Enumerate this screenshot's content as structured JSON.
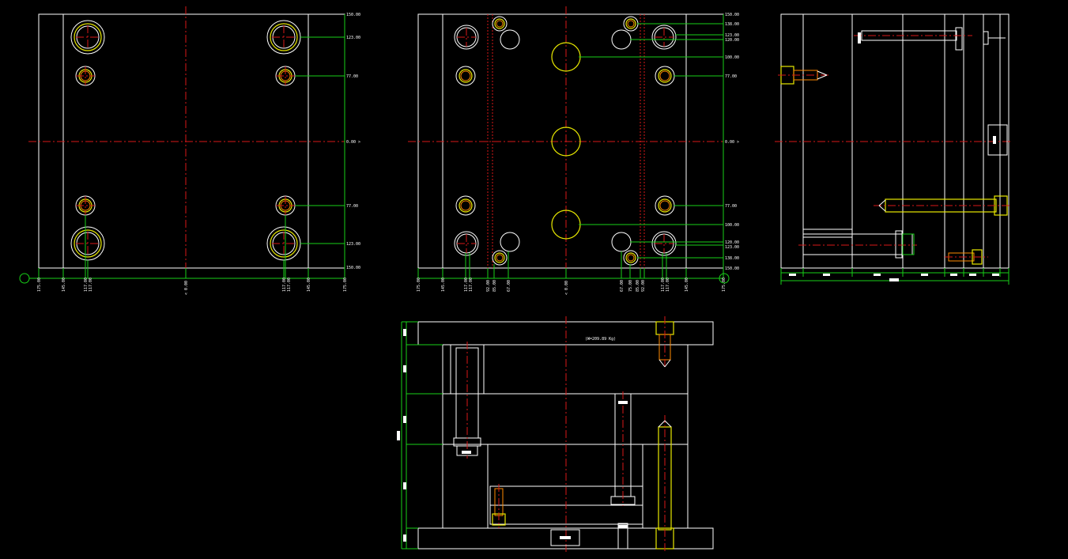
{
  "colors": {
    "background": "#000000",
    "outline": "#ffffff",
    "dimension": "#18d018",
    "centerline": "#d81818",
    "screw": "#e8e800",
    "thread": "#ff8a00"
  },
  "view1": {
    "right_dims": [
      "150.00",
      "123.00",
      "77.00",
      "0.00 >",
      "77.00",
      "123.00",
      "150.00"
    ],
    "bottom_dims": [
      "175.00",
      "145.00",
      "117.00",
      "117.00",
      "< 0.00",
      "117.00",
      "117.00",
      "145.00",
      "175.00"
    ]
  },
  "view2": {
    "right_dims": [
      "150.00",
      "138.00",
      "123.00",
      "120.00",
      "100.00",
      "77.00",
      "0.00 >",
      "77.00",
      "100.00",
      "120.00",
      "123.00",
      "138.00",
      "150.00"
    ],
    "bottom_dims": [
      "175.00",
      "145.00",
      "117.00",
      "117.00",
      "92.00",
      "85.00",
      "67.00",
      "< 0.00",
      "67.00",
      "75.00",
      "85.00",
      "92.00",
      "117.00",
      "117.00",
      "145.00",
      "175.00"
    ]
  },
  "view4": {
    "weight_label": "(W=209.89 Kg)"
  }
}
